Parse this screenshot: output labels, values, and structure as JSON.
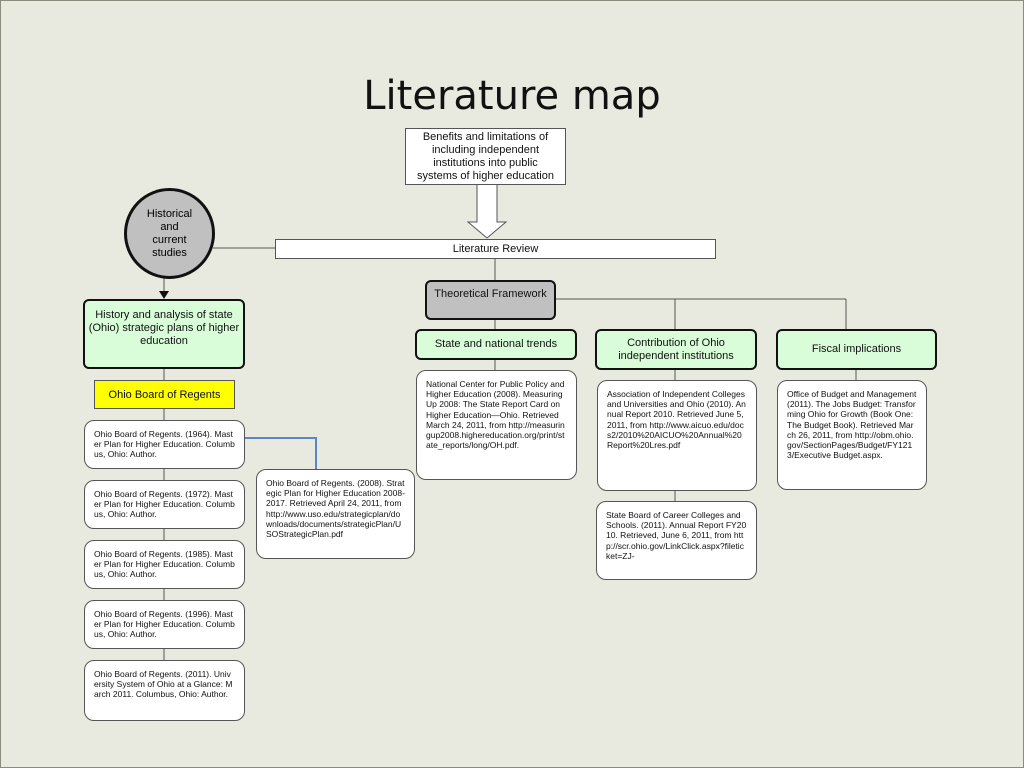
{
  "title": "Literature map",
  "benefits": "Benefits and limitations of including independent institutions into public systems of higher education",
  "literature_review": "Literature Review",
  "historical": "Historical and current studies",
  "history_analysis": "History and analysis of state (Ohio) strategic plans of higher education",
  "obr": "Ohio Board of Regents",
  "theoretical": "Theoretical Framework",
  "categories": {
    "state_national": "State and national trends",
    "contribution": "Contribution of Ohio independent institutions",
    "fiscal": "Fiscal implications"
  },
  "refs": {
    "obr_1964": "Ohio Board of Regents. (1964). Master Plan for Higher Education. Columbus, Ohio: Author.",
    "obr_1972": "Ohio Board of Regents. (1972). Master Plan for Higher Education. Columbus, Ohio: Author.",
    "obr_1985": "Ohio Board of Regents. (1985). Master Plan for Higher Education. Columbus, Ohio: Author.",
    "obr_1996": "Ohio Board of Regents. (1996). Master Plan for Higher Education. Columbus, Ohio: Author.",
    "obr_2011": "Ohio Board of Regents. (2011). University System of Ohio at a Glance: March 2011. Columbus, Ohio: Author.",
    "obr_2008": "Ohio Board of Regents. (2008). Strategic Plan for Higher Education 2008-2017. Retrieved April 24, 2011, from http://www.uso.edu/strategicplan/downloads/documents/strategicPlan/USOStrategicPlan.pdf",
    "ncppe": "National Center for Public Policy and Higher Education (2008). Measuring Up 2008: The State Report Card on Higher Education—Ohio. Retrieved March 24, 2011, from http://measuringup2008.highereducation.org/print/state_reports/long/OH.pdf.",
    "aicuo": "Association of Independent Colleges and Universities and Ohio (2010). Annual Report 2010. Retrieved June 5, 2011, from http://www.aicuo.edu/docs2/2010%20AICUO%20Annual%20Report%20Lres.pdf",
    "scc": "State Board of Career Colleges and Schools. (2011). Annual Report FY2010. Retrieved, June 6, 2011, from http://scr.ohio.gov/LinkClick.aspx?fileticket=ZJ-",
    "obm": "Office of Budget and Management (2011). The Jobs Budget: Transforming Ohio for Growth (Book One: The Budget Book). Retrieved March 26, 2011, from http://obm.ohio.gov/SectionPages/Budget/FY1213/Executive Budget.aspx."
  },
  "colors": {
    "background": "#e9eadf",
    "category_fill": "#d8fdd8",
    "obr_fill": "#ffff00",
    "theoretical_fill": "#c0c0c0",
    "circle_fill": "#c0c0c0",
    "connector_blue": "#5b86c5"
  }
}
